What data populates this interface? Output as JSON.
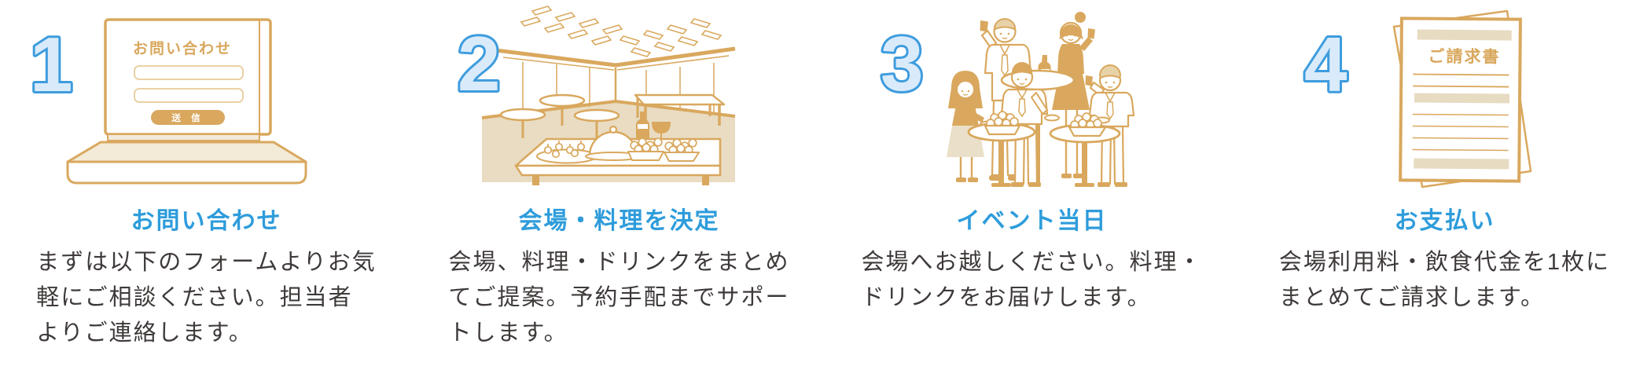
{
  "section": {
    "name": "service-flow-steps"
  },
  "colors": {
    "accent_blue": "#2e9cdb",
    "number_fill": "#d9ebfa",
    "number_stroke": "#3e9cde",
    "body_text": "#3e3a39",
    "illustration_line": "#d9a85e",
    "illustration_beige": "#e9dcc2"
  },
  "steps": [
    {
      "number": "1",
      "title": "お問い合わせ",
      "description": "まずは以下のフォームよりお気\n軽にご相談ください。担当者\nよりご連絡します。",
      "illustration": {
        "name": "laptop-contact-form",
        "form_title": "お問い合わせ",
        "submit_label": "送 信"
      }
    },
    {
      "number": "2",
      "title": "会場・料理を決定",
      "description": "会場、料理・ドリンクをまとめ\nてご提案。予約手配までサポー\nトします。",
      "illustration": {
        "name": "venue-room-buffet"
      }
    },
    {
      "number": "3",
      "title": "イベント当日",
      "description": "会場へお越しください。料理・\nドリンクをお届けします。",
      "illustration": {
        "name": "party-guests"
      }
    },
    {
      "number": "4",
      "title": "お支払い",
      "description": "会場利用料・飲食代金を1枚に\nまとめてご請求します。",
      "illustration": {
        "name": "invoice-sheets",
        "document_title": "ご請求書"
      }
    }
  ]
}
